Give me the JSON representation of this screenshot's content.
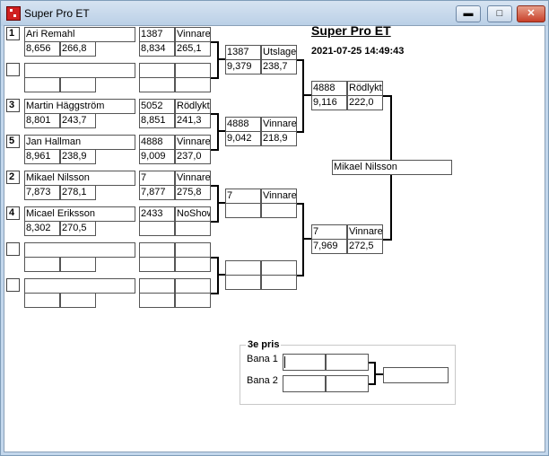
{
  "window": {
    "title": "Super Pro ET"
  },
  "header": {
    "title": "Super Pro ET",
    "datetime": "2021-07-25 14:49:43"
  },
  "round1": [
    {
      "seed": "1",
      "name": "Ari Remahl",
      "rt": "8,656",
      "speed": "266,8"
    },
    {
      "seed": "",
      "name": "",
      "rt": "",
      "speed": ""
    },
    {
      "seed": "3",
      "name": "Martin Häggström",
      "rt": "8,801",
      "speed": "243,7"
    },
    {
      "seed": "5",
      "name": "Jan Hallman",
      "rt": "8,961",
      "speed": "238,9"
    },
    {
      "seed": "2",
      "name": "Mikael Nilsson",
      "rt": "7,873",
      "speed": "278,1"
    },
    {
      "seed": "4",
      "name": "Micael Eriksson",
      "rt": "8,302",
      "speed": "270,5"
    },
    {
      "seed": "",
      "name": "",
      "rt": "",
      "speed": ""
    },
    {
      "seed": "",
      "name": "",
      "rt": "",
      "speed": ""
    }
  ],
  "round1_results": [
    {
      "id": "1387",
      "status": "Vinnare",
      "rt": "8,834",
      "speed": "265,1"
    },
    {
      "id": "",
      "status": "",
      "rt": "",
      "speed": ""
    },
    {
      "id": "5052",
      "status": "Rödlykta",
      "rt": "8,851",
      "speed": "241,3"
    },
    {
      "id": "4888",
      "status": "Vinnare",
      "rt": "9,009",
      "speed": "237,0"
    },
    {
      "id": "7",
      "status": "Vinnare",
      "rt": "7,877",
      "speed": "275,8"
    },
    {
      "id": "2433",
      "status": "NoShow",
      "rt": "",
      "speed": ""
    },
    {
      "id": "",
      "status": "",
      "rt": "",
      "speed": ""
    },
    {
      "id": "",
      "status": "",
      "rt": "",
      "speed": ""
    }
  ],
  "round2": [
    {
      "id": "1387",
      "status": "Utslagen",
      "rt": "9,379",
      "speed": "238,7"
    },
    {
      "id": "4888",
      "status": "Vinnare",
      "rt": "9,042",
      "speed": "218,9"
    },
    {
      "id": "7",
      "status": "Vinnare",
      "rt": "",
      "speed": ""
    },
    {
      "id": "",
      "status": "",
      "rt": "",
      "speed": ""
    }
  ],
  "round3": [
    {
      "id": "4888",
      "status": "Rödlykta",
      "rt": "9,116",
      "speed": "222,0"
    },
    {
      "id": "7",
      "status": "Vinnare",
      "rt": "7,969",
      "speed": "272,5"
    }
  ],
  "final": {
    "winner": "Mikael Nilsson"
  },
  "third_prize": {
    "label": "3e pris",
    "lane1_label": "Bana 1",
    "lane2_label": "Bana 2",
    "lane1": [
      "",
      ""
    ],
    "lane2": [
      "",
      ""
    ],
    "result": ""
  }
}
